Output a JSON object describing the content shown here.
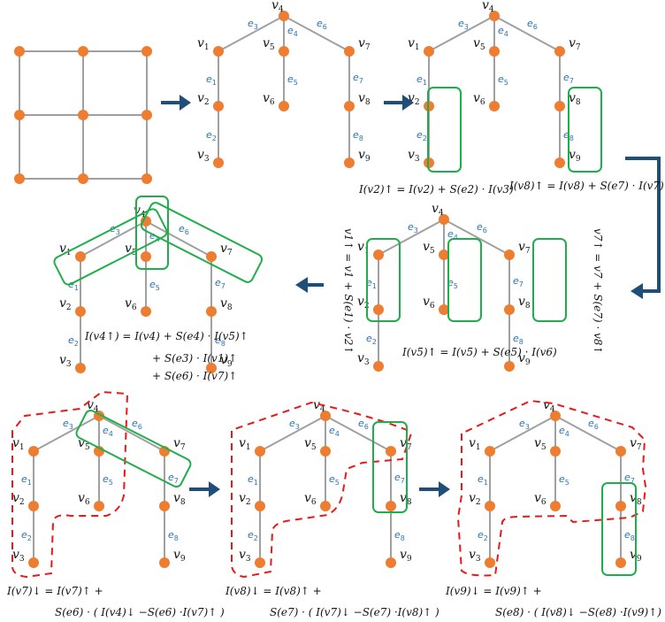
{
  "grid_graph": {
    "rows": 3,
    "cols": 3,
    "node_color": "#ed7d31",
    "edge_color": "#a0a0a0"
  },
  "tree": {
    "vertices": [
      "v1",
      "v2",
      "v3",
      "v4",
      "v5",
      "v6",
      "v7",
      "v8",
      "v9"
    ],
    "edges": [
      {
        "id": "e1",
        "from": "v1",
        "to": "v2"
      },
      {
        "id": "e2",
        "from": "v2",
        "to": "v3"
      },
      {
        "id": "e3",
        "from": "v4",
        "to": "v1"
      },
      {
        "id": "e4",
        "from": "v4",
        "to": "v5"
      },
      {
        "id": "e5",
        "from": "v5",
        "to": "v6"
      },
      {
        "id": "e6",
        "from": "v4",
        "to": "v7"
      },
      {
        "id": "e7",
        "from": "v7",
        "to": "v8"
      },
      {
        "id": "e8",
        "from": "v8",
        "to": "v9"
      }
    ]
  },
  "colors": {
    "node": "#ed7d31",
    "edge": "#a0a0a0",
    "edge_label": "#2e75b6",
    "highlight_box": "#1fae4b",
    "region_dashed": "#e8191b",
    "arrow": "#1f4e79"
  },
  "panels": [
    {
      "id": "p1",
      "title": "grid graph",
      "highlight": []
    },
    {
      "id": "p2",
      "title": "spanning tree",
      "highlight": []
    },
    {
      "id": "p3",
      "title": "upward step leaves",
      "highlight": [
        [
          "v2",
          "v3"
        ],
        [
          "v8",
          "v9"
        ]
      ],
      "formulas": [
        "I(v2)↑ = I(v2) + S(e2) · I(v3)",
        "I(v8)↑ = I(v8) + S(e7) · I(v7)"
      ]
    },
    {
      "id": "p4",
      "title": "upward step middle",
      "highlight": [
        [
          "v1",
          "v2"
        ],
        [
          "v5",
          "v6"
        ],
        [
          "v7",
          "v8"
        ]
      ],
      "formulas": [
        "I(v5)↑ = I(v5) + S(e5) · I(v6)",
        "v1↑ = v1 + S(e1) · v2↑",
        "v7↑ = v7 + S(e7) · v8↑"
      ]
    },
    {
      "id": "p5",
      "title": "upward step root",
      "highlight": [
        [
          "v1",
          "v4"
        ],
        [
          "v4",
          "v5"
        ],
        [
          "v4",
          "v7"
        ]
      ],
      "formulas": [
        "I(v4↑) = I(v4) + S(e4) · I(v5)↑",
        "+ S(e3) · I(v1)↑",
        "+ S(e6) · I(v7)↑"
      ]
    },
    {
      "id": "p6",
      "title": "downward step v7",
      "highlight": [
        [
          "v4",
          "v7"
        ]
      ],
      "formulas": [
        "I(v7)↓ = I(v7)↑ +",
        "S(e6) · ( I(v4)↓ −S(e6) ·I(v7)↑ )"
      ]
    },
    {
      "id": "p7",
      "title": "downward step v8",
      "highlight": [
        [
          "v7",
          "v8"
        ]
      ],
      "formulas": [
        "I(v8)↓ = I(v8)↑ +",
        "S(e7) · ( I(v7)↓ −S(e7) ·I(v8)↑ )"
      ]
    },
    {
      "id": "p8",
      "title": "downward step v9",
      "highlight": [
        [
          "v8",
          "v9"
        ]
      ],
      "formulas": [
        "I(v9)↓ = I(v9)↑ +",
        "S(e8) · ( I(v8)↓ −S(e8) ·I(v9)↑)"
      ]
    }
  ],
  "arrows": [
    "right",
    "right",
    "down-left",
    "left",
    "right",
    "right"
  ]
}
